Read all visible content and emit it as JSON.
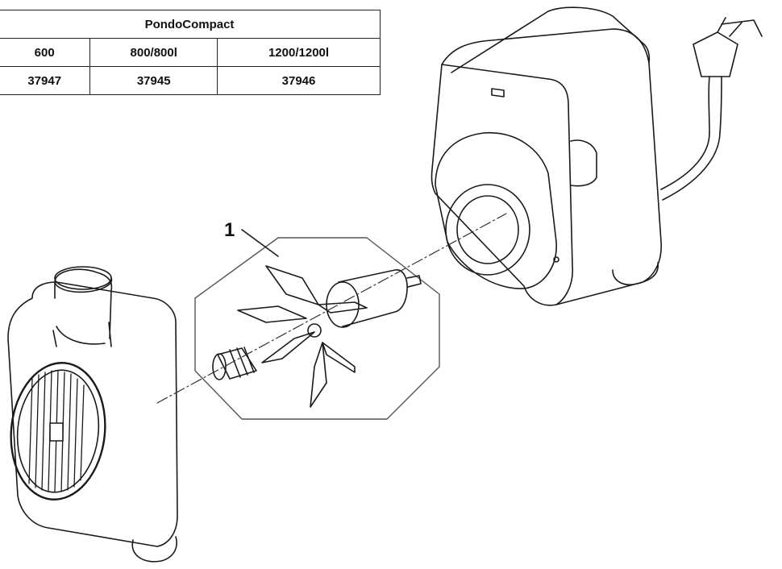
{
  "table": {
    "title": "PondoCompact",
    "models": [
      "600",
      "800/800l",
      "1200/1200l"
    ],
    "part_numbers": [
      "37947",
      "37945",
      "37946"
    ]
  },
  "callout": {
    "label": "1"
  }
}
